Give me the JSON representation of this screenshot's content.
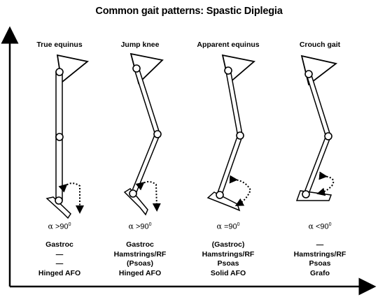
{
  "title": "Common gait patterns: Spastic Diplegia",
  "angle_symbol": "α",
  "patterns": [
    {
      "name": "True equinus",
      "angle": ">90",
      "angle_unit": "0",
      "lines": [
        "Gastroc",
        "—",
        "—",
        "Hinged AFO"
      ]
    },
    {
      "name": "Jump knee",
      "angle": ">90",
      "angle_unit": "0",
      "lines": [
        "Gastroc",
        "Hamstrings/RF",
        "(Psoas)",
        "Hinged AFO"
      ]
    },
    {
      "name": "Apparent equinus",
      "angle": "=90",
      "angle_unit": "0",
      "lines": [
        "(Gastroc)",
        "Hamstrings/RF",
        "Psoas",
        "Solid AFO"
      ]
    },
    {
      "name": "Crouch gait",
      "angle": "<90",
      "angle_unit": "0",
      "lines": [
        "—",
        "Hamstrings/RF",
        "Psoas",
        "Grafo"
      ]
    }
  ]
}
